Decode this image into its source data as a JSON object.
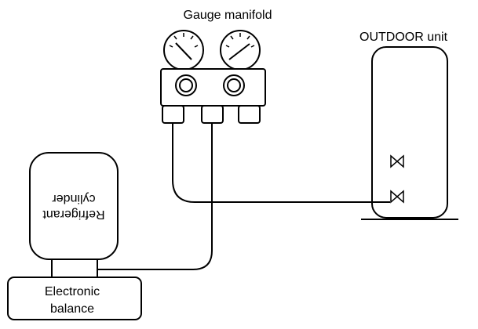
{
  "labels": {
    "gauge_manifold": "Gauge manifold",
    "outdoor_unit": "OUTDOOR unit",
    "refrigerant_cylinder_line1": "Refrigerant",
    "refrigerant_cylinder_line2": "cylinder",
    "electronic_balance_line1": "Electronic",
    "electronic_balance_line2": "balance"
  }
}
